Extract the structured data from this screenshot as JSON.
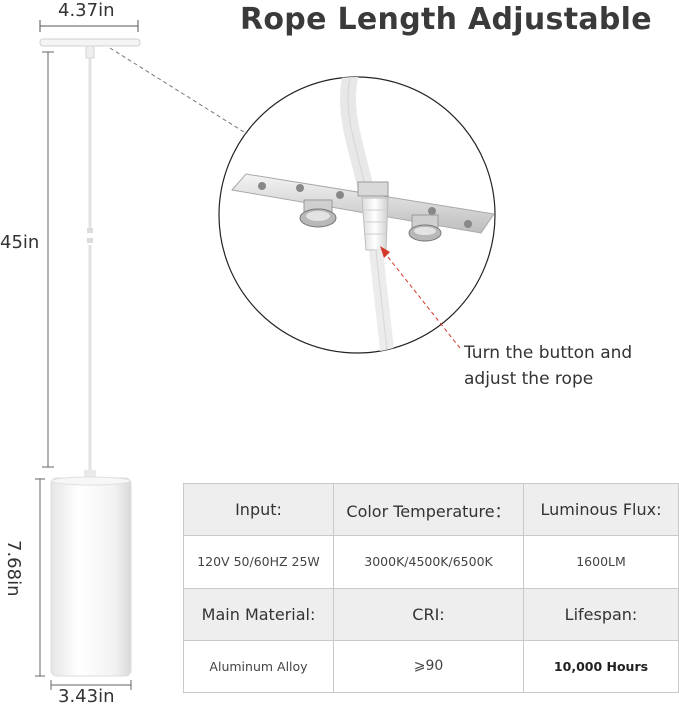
{
  "title": "Rope Length Adjustable",
  "dimensions": {
    "canopy_width": "4.37in",
    "cord_length": "45in",
    "lamp_height": "7.68in",
    "lamp_width": "3.43in"
  },
  "annotation": {
    "line1": "Turn the button and",
    "line2": "adjust the rope"
  },
  "specs": {
    "row1": {
      "headers": [
        "Input:",
        "Color Temperature：",
        "Luminous Flux:"
      ],
      "values": [
        "120V 50/60HZ 25W",
        "3000K/4500K/6500K",
        "1600LM"
      ]
    },
    "row2": {
      "headers": [
        "Main Material:",
        "CRI:",
        "Lifespan:"
      ],
      "values": [
        "Aluminum Alloy",
        "⩾90",
        "10,000 Hours"
      ]
    }
  },
  "colors": {
    "header_bg": "#eeeeee",
    "border": "#c9c9c9",
    "annotation_arrow": "#d43a2a",
    "lamp": "#ffffff"
  }
}
